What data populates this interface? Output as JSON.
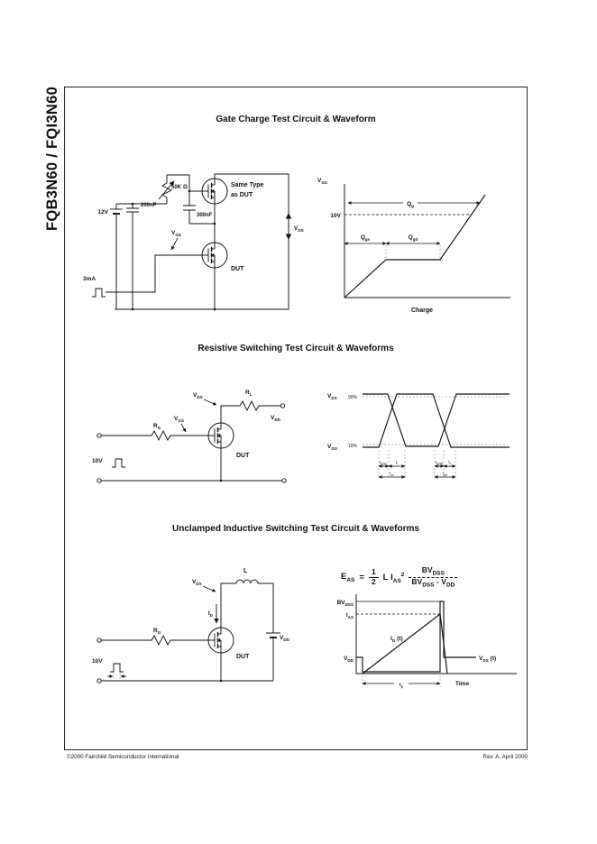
{
  "page": {
    "side_title": "FQB3N60 / FQI3N60",
    "footer_left": "©2000 Fairchild Semiconductor International",
    "footer_right": "Rev. A, April 2000"
  },
  "sym": {
    "V": "V",
    "I": "I",
    "R": "R",
    "Q": "Q",
    "t": "t",
    "E": "E",
    "BV": "BV",
    "L": "L",
    "GS": "GS",
    "DS": "DS",
    "DD": "DD",
    "AS": "AS",
    "DSS": "DSS",
    "G": "G",
    "D": "D",
    "g": "g",
    "gs": "gs",
    "gd": "gd",
    "don": "d(on)",
    "r": "r",
    "on": "on",
    "doff": "d(off)",
    "f": "f",
    "off": "off",
    "p": "p",
    "paren_t": "(t)"
  },
  "gate_charge": {
    "title": "Gate Charge Test Circuit & Waveform",
    "v12": "12V",
    "c200": "200nF",
    "r50k": "50K",
    "ohm": "Ω",
    "c300": "300nF",
    "same1": "Same Type",
    "same2": "as DUT",
    "dut": "DUT",
    "i3ma": "3mA",
    "v10": "10V",
    "xlabel": "Charge"
  },
  "resistive": {
    "title": "Resistive Switching Test Circuit & Waveforms",
    "dut": "DUT",
    "v10": "10V",
    "p90": "90%",
    "p10": "10%"
  },
  "uis": {
    "title": "Unclamped Inductive Switching Test Circuit & Waveforms",
    "dut": "DUT",
    "v10": "10V",
    "equals": "=",
    "one": "1",
    "two": "2",
    "sq": "2",
    "minus": "-",
    "time": "Time"
  }
}
